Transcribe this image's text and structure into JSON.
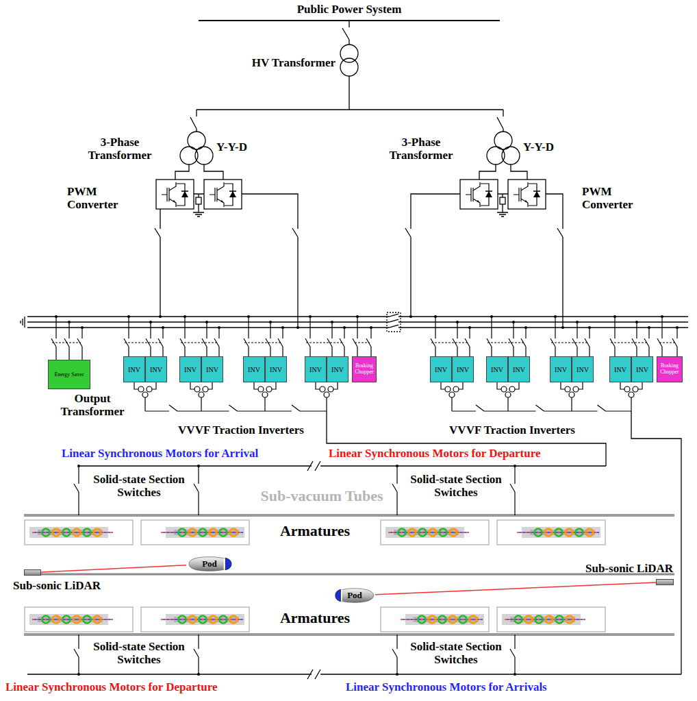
{
  "diagram": {
    "nodes": [
      {
        "text": [
          "Energy Saver"
        ]
      },
      {
        "text": [
          "INV"
        ]
      },
      {
        "text": [
          "INV"
        ]
      },
      {
        "text": [
          "INV"
        ]
      },
      {
        "text": [
          "INV"
        ]
      },
      {
        "text": [
          "INV"
        ]
      },
      {
        "text": [
          "INV"
        ]
      },
      {
        "text": [
          "INV"
        ]
      },
      {
        "text": [
          "INV"
        ]
      },
      {
        "text": [
          "Braking Chopper"
        ]
      },
      {
        "text": [
          "INV"
        ]
      },
      {
        "text": [
          "INV"
        ]
      },
      {
        "text": [
          "INV"
        ]
      },
      {
        "text": [
          "INV"
        ]
      },
      {
        "text": [
          "INV"
        ]
      },
      {
        "text": [
          "INV"
        ]
      },
      {
        "text": [
          "INV"
        ]
      },
      {
        "text": [
          "INV"
        ]
      },
      {
        "text": [
          "Braking Chopper"
        ]
      },
      {
        "text": [
          "Pod"
        ]
      },
      {
        "text": [
          "Sub-sonic LiDAR"
        ]
      },
      {
        "text": [
          "Sub-sonic LiDAR"
        ]
      },
      {
        "text": [
          "Pod"
        ]
      }
    ],
    "edges": [
      {
        "from": 19,
        "to": 20,
        "arrow": "none"
      },
      {
        "from": 22,
        "to": 21,
        "arrow": "none"
      }
    ],
    "labels": [
      "Public Power System",
      "HV Transformer",
      "3-Phase Transformer",
      "Y-Y-D",
      "3-Phase Transformer",
      "Y-Y-D",
      "PWM Converter",
      "PWM Converter",
      "Output Transformer",
      "VVVF Traction Inverters",
      "VVVF Traction Inverters",
      "Linear Synchronous Motors for Arrival",
      "Linear Synchronous Motors for Departure",
      "Solid-state Section Switches",
      "Sub-vacuum Tubes",
      "Solid-state Section Switches",
      "Armatures",
      "Armatures",
      "Solid-state Section Switches",
      "Solid-state Section Switches",
      "Linear Synchronous Motors for Departure",
      "Linear Synchronous Motors for Arrivals"
    ]
  }
}
